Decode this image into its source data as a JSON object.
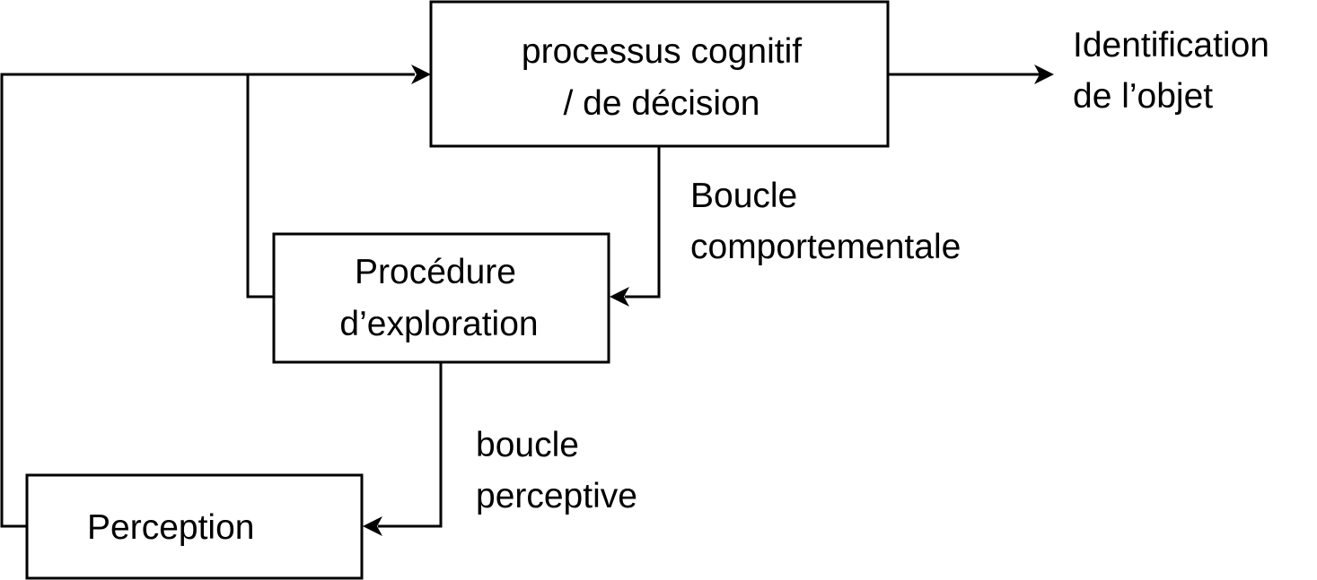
{
  "diagram": {
    "boxes": {
      "cognitive": {
        "line1": "processus cognitif",
        "line2": "/ de décision"
      },
      "exploration": {
        "line1": "Procédure",
        "line2": "d’exploration"
      },
      "perception": {
        "line1": "Perception"
      }
    },
    "labels": {
      "output": {
        "line1": "Identification",
        "line2": "de l’objet"
      },
      "behavioral_loop": {
        "line1": "Boucle",
        "line2": "comportementale"
      },
      "perceptive_loop": {
        "line1": "boucle",
        "line2": "perceptive"
      }
    }
  }
}
